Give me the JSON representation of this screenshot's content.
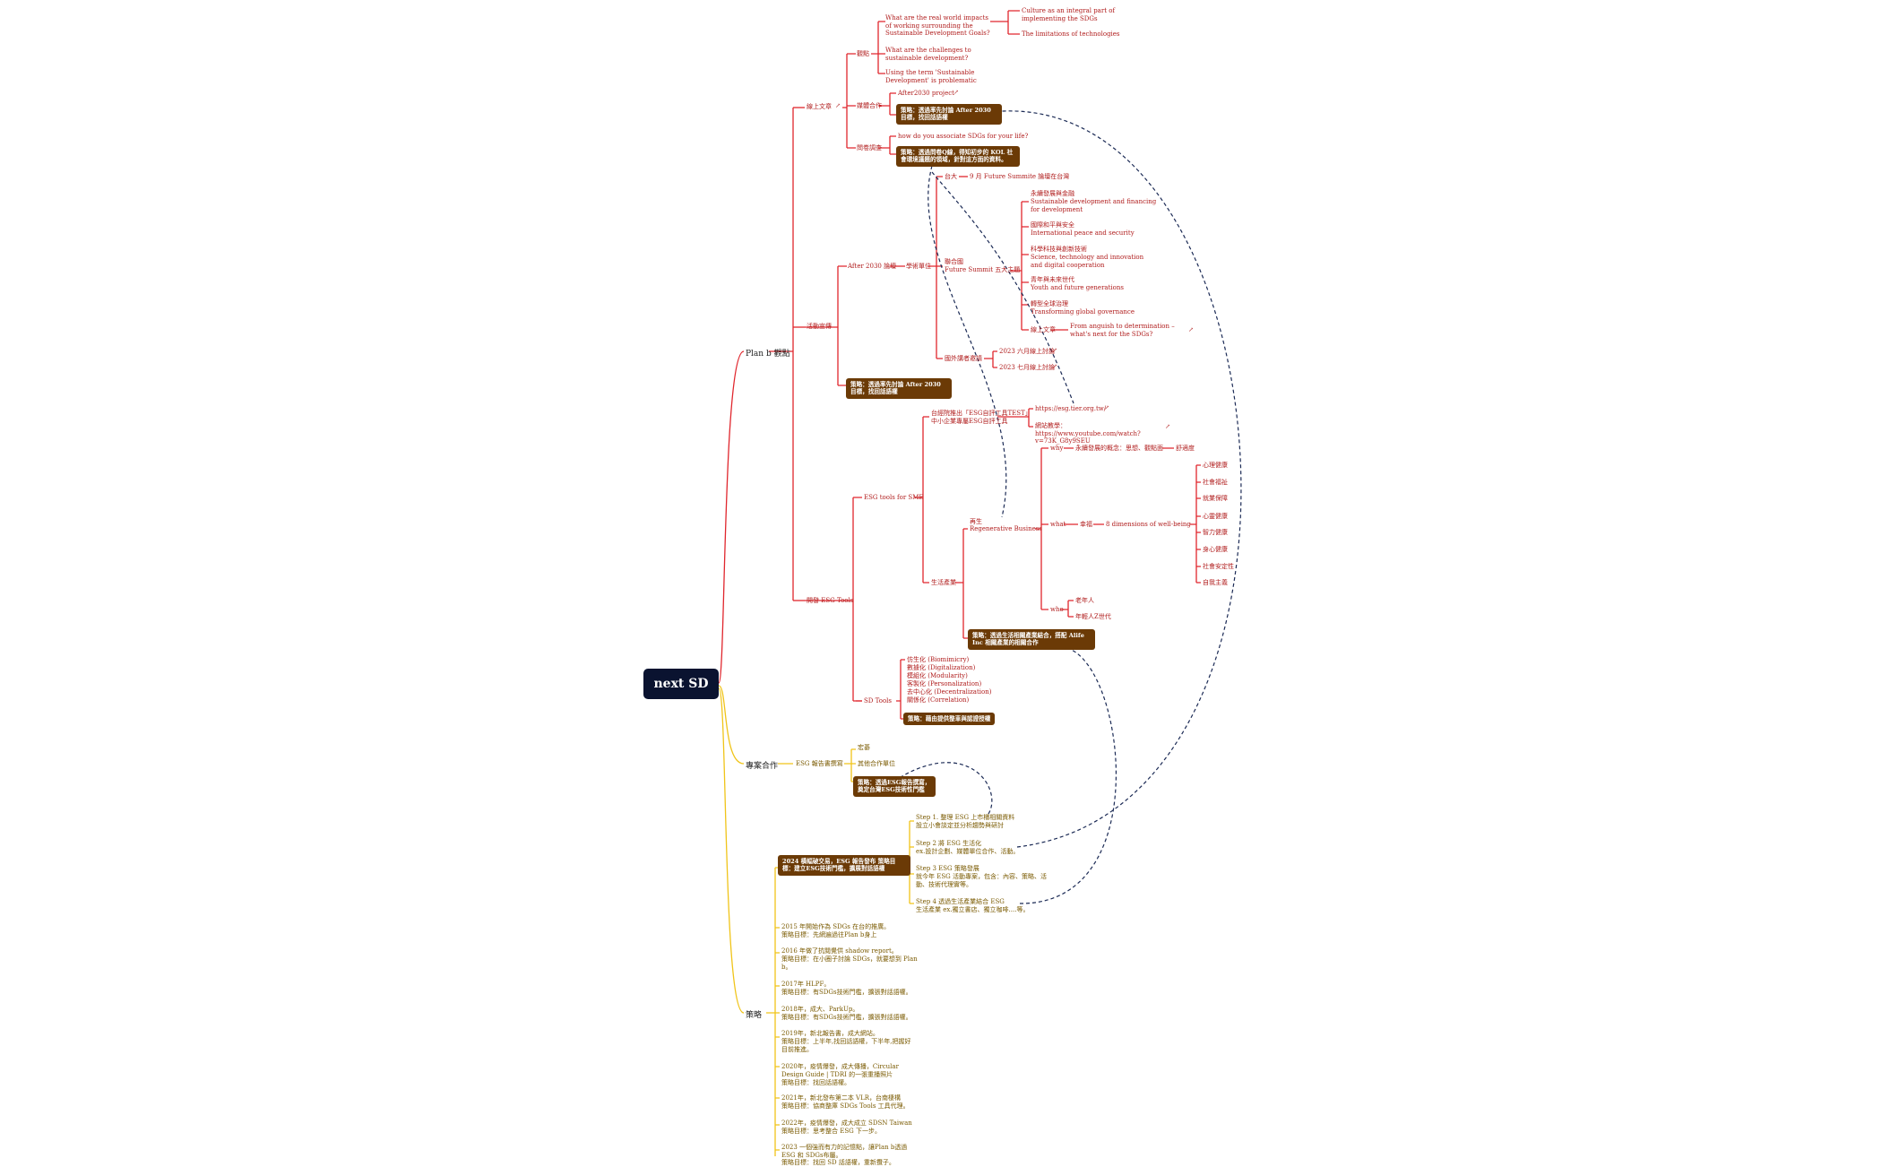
{
  "root": "next SD",
  "main": {
    "planb": "Plan b 觀點",
    "project": "專案合作",
    "strategy": "策略"
  },
  "planb": {
    "online": "線上文章",
    "online_sub": {
      "view": "觀點",
      "q1": "What are the real world impacts of working surrounding the Sustainable Development Goals?",
      "q1_sub1": "Culture as an integral part of implementing the SDGs",
      "q1_sub2": "The limitations of technologies",
      "q2": "What are the challenges to sustainable development?",
      "q3": "Using the term 'Sustainable Development' is problematic",
      "media": "媒體合作",
      "after2030_project": "After2030 project",
      "media_box": "策略：透過率先討論 After 2030 目標，找回話語權",
      "survey": "問卷調查",
      "survey_q": "how do you associate SDGs for your life?",
      "survey_box": "策略：透過問卷Q線，得知初步的 KOL 社會環境議題的領域，針對這方面的資料。"
    },
    "events": "活動宣傳",
    "after2030": "After 2030 論壇",
    "academic": "學術單位",
    "taida": "台大",
    "future_sep": "9 月 Future Summite 論壇在台灣",
    "un": "聯合國",
    "un_sub": "Future Summit 五大主題",
    "topics": [
      "永續發展與金融",
      "Sustainable development and financing for development",
      "國際和平與安全",
      "International peace and security",
      "科學科技與創新技術",
      "Science, technology and innovation and digital cooperation",
      "青年與未來世代",
      "Youth and future generations",
      "轉型全球治理",
      "Transforming global governance"
    ],
    "un_online": "線上文章",
    "anguish": "From anguish to determination – what's next for the SDGs?",
    "intl": "國外講者邀請",
    "june": "2023 六月線上討論",
    "july": "2023 七月線上討論",
    "events_box": "策略：透過率先討論 After 2030 目標，找回話語權",
    "esg_tools": "開發 ESG Tools",
    "esg_sme": "ESG tools for SME",
    "esg_test": "台經院推出「ESG自評工具TEST」",
    "esg_test2": "中小企業專屬ESG自評工具",
    "url1": "https://esg.tier.org.tw/",
    "url_teach": "網站教學：https://www.youtube.com/watch?v=73K_G8y9SEU",
    "life_ind": "生活產業",
    "regen": "再生",
    "regen_en": "Regenerative Business",
    "why": "why",
    "why_sub": "永續發展的概念：思想、觀點面",
    "why_sub2": "舒適度",
    "what": "what",
    "wellbeing": "幸福",
    "dims": "8 dimensions of well-being",
    "dim_items": [
      "心理健康",
      "社會福祉",
      "就業保障",
      "心靈健康",
      "智力健康",
      "身心健康",
      "社會安定性",
      "自我主義"
    ],
    "who": "who",
    "who1": "老年人",
    "who2": "年輕人Z世代",
    "life_box": "策略：透過生活相關產業結合，搭配 Alife Inc 相關產業的相關合作",
    "sd_tools": "SD Tools",
    "sd_items": [
      "仿生化 (Biomimicry)",
      "數據化 (Digitalization)",
      "模組化 (Modularity)",
      "客製化 (Personalization)",
      "去中心化 (Decentralization)",
      "關係化 (Correlation)"
    ],
    "sd_box": "策略：藉由提供整車與認證授權"
  },
  "project": {
    "report": "ESG 報告書撰寫",
    "p1": "宏碁",
    "p2": "其他合作單位",
    "box": "策略：透過ESG報告撰寫，奠定台灣ESG技術性門檻"
  },
  "strategy": {
    "box2024": "2024 橫幅破交易，ESG 報告發布 策略目標：建立ESG技術門檻，擴展對話語權",
    "steps": [
      "Step 1. 整理 ESG 上市櫃相關資料",
      "設立小會談定並分析趨勢與研討",
      "Step 2 將 ESG 生活化",
      "ex.設計企劃、媒體單位合作、活動。",
      "Step 3 ESG 策略發展",
      "就今年 ESG 活動專案，包含：內容、策略、活",
      "動、技術代理實等。",
      "Step 4 透過生活產業結合 ESG",
      "生活產業 ex.獨立書店、獨立咖啡....等。"
    ],
    "history": [
      "2015 年開始作為 SDGs 在台的推廣。",
      "策略目標：先網遍過往Plan b身上",
      "2016 年做了抗閱覺供 shadow report。",
      "策略目標：在小圈子討論 SDGs，就要想到 Plan",
      "b。",
      "2017年 HLPF。",
      "策略目標：有SDGs技術門檻，擴張對話語權。",
      "2018年，成大、ParkUp。",
      "策略目標：有SDGs技術門檻，擴張對話語權。",
      "2019年，新北報告書，成大網站。",
      "策略目標：上半年,找回話語權，下半年,把握好",
      "目前推進。",
      "2020年，疫情爆發，成大傳播，Circular",
      "Design Guide | TDRI 的一張重播照片",
      "策略目標：找回話語權。",
      "2021年，新北發布第二本 VLR，台南棲構",
      "策略目標：協商整庫 SDGs Tools 工具代理。",
      "2022年，疫情爆發，成大成立 SDSN Taiwan",
      "策略目標：思考整合 ESG 下一步。",
      "2023 一個強而有力的記憶點，讓Plan b透過",
      "ESG 和 SDGs布屬。",
      "策略目標：找回 SD 話語權，重新攬子。"
    ]
  },
  "colors": {
    "red": "#e0262d",
    "gold": "#f0c419",
    "box": "#6b3a06",
    "root": "#0a1330"
  }
}
